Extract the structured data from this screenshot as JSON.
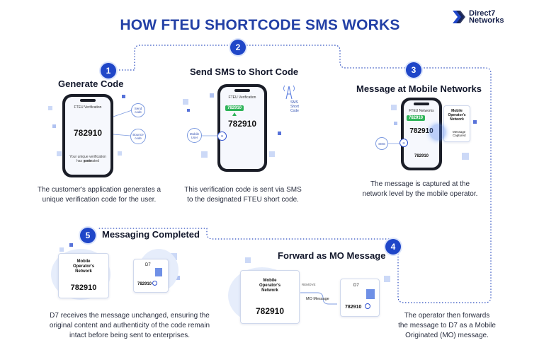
{
  "title": "HOW FTEU SHORTCODE SMS WORKS",
  "logo": {
    "line1": "Direct7",
    "line2": "Networks"
  },
  "colors": {
    "accent": "#1f46c8",
    "title": "#2340a6",
    "connector": "#2a4bbf",
    "badge_green": "#2fb45a"
  },
  "steps": [
    {
      "number": "1",
      "title": "Generate Code",
      "description_line1": "The customer's application generates a",
      "description_line2": "unique verification code for the user.",
      "phone": {
        "header": "FTEU Verification",
        "code": "782910",
        "footer_line1": "Your unique verification code",
        "footer_line2": "has generated"
      },
      "nodes": [
        "Send code",
        "Bounce code"
      ]
    },
    {
      "number": "2",
      "title": "Send SMS to Short Code",
      "description_line1": "This verification code is sent via SMS",
      "description_line2": "to the designated FTEU short code.",
      "phone": {
        "header": "FTEU Verification",
        "badge": "782910",
        "code": "782910"
      },
      "nodes": [
        "Mobile User"
      ],
      "tower_label_line1": "SMS",
      "tower_label_line2": "Short",
      "tower_label_line3": "Code"
    },
    {
      "number": "3",
      "title": "Message at Mobile Networks",
      "description_line1": "The message is captured at the",
      "description_line2": "network level by the mobile operator.",
      "phone": {
        "header": "FTEU Networks",
        "badge": "782910",
        "code": "782910",
        "bottom_code": "782910"
      },
      "network_card_line1": "Mobile",
      "network_card_line2": "Operator's",
      "network_card_line3": "Network",
      "captured_line1": "Message",
      "captured_line2": "Captured",
      "nodes": [
        "SMS"
      ]
    },
    {
      "number": "4",
      "title": "Forward as MO Message",
      "description_line1": "The operator then forwards",
      "description_line2": "the message to D7 as a Mobile",
      "description_line3": "Originated (MO) message.",
      "network_card_line1": "Mobile",
      "network_card_line2": "Operator's",
      "network_card_line3": "Network",
      "network_code": "782910",
      "arrow_label_top": "REMOVE",
      "arrow_label": "MO Message",
      "d7_label": "D7",
      "d7_code": "782910"
    },
    {
      "number": "5",
      "title": "Messaging Completed",
      "description_line1": "D7 receives the message unchanged, ensuring the",
      "description_line2": "original content and authenticity of the code remain",
      "description_line3": "intact before being sent to enterprises.",
      "network_card_line1": "Mobile",
      "network_card_line2": "Operator's",
      "network_card_line3": "Network",
      "network_code": "782910",
      "d7_label": "D7",
      "d7_code": "782910"
    }
  ]
}
